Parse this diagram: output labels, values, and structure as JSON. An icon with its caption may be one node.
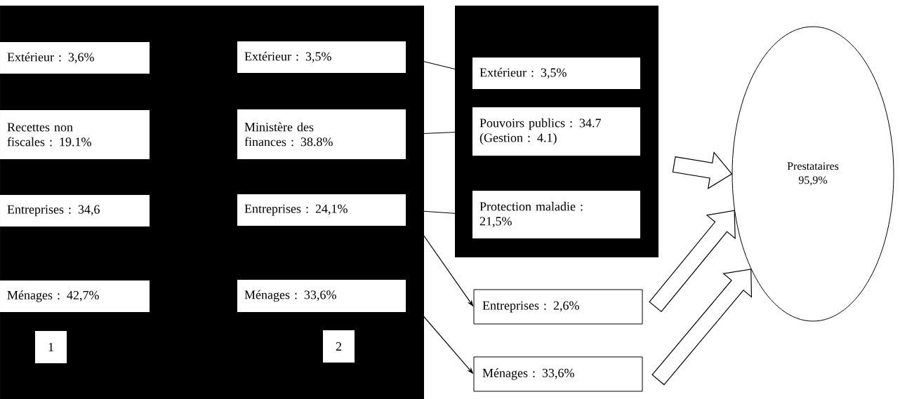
{
  "diagram": {
    "nodes": [
      {
        "text": [],
        "shape": "box"
      },
      {
        "text": [
          "Extérieur : 3,6%"
        ],
        "in": 0
      },
      {
        "text": [
          "Recettes non fiscales : 19.1%"
        ],
        "in": 0
      },
      {
        "text": [
          "Entreprises : 34,6"
        ],
        "in": 0
      },
      {
        "text": [
          "Ménages : 42,7%"
        ],
        "in": 0
      },
      {
        "text": [
          "1"
        ],
        "in": 0
      },
      {
        "text": [
          "Extérieur : 3,5%"
        ],
        "in": 0
      },
      {
        "text": [
          "Ministère des finances : 38.8%"
        ],
        "in": 0
      },
      {
        "text": [
          "Entreprises : 24,1%"
        ],
        "in": 0
      },
      {
        "text": [
          "Ménages : 33,6%"
        ],
        "in": 0
      },
      {
        "text": [
          "2"
        ],
        "in": 0
      },
      {
        "text": [],
        "shape": "box"
      },
      {
        "text": [
          "Extérieur : 3,5%"
        ],
        "in": 11
      },
      {
        "text": [
          "Pouvoirs publics : 34.7 (Gestion : 4.1)"
        ],
        "in": 11
      },
      {
        "text": [
          "Protection maladie : 21,5%"
        ],
        "in": 11
      },
      {
        "text": [
          "Entreprises : 2,6%"
        ]
      },
      {
        "text": [
          "Ménages : 33,6%"
        ]
      },
      {
        "text": [
          "Prestataires 95,9%"
        ]
      }
    ],
    "edges": [
      {
        "from": 6,
        "to": 12,
        "arrow": "none"
      },
      {
        "from": 7,
        "to": 13,
        "arrow": "none"
      },
      {
        "from": 8,
        "to": 14,
        "arrow": "none"
      },
      {
        "from": 8,
        "to": 15,
        "arrow": "to"
      },
      {
        "from": 9,
        "to": 16,
        "arrow": "to"
      },
      {
        "from": 11,
        "to": 17,
        "arrow": "to",
        "style": "thick"
      },
      {
        "from": 15,
        "to": 17,
        "arrow": "to",
        "style": "thick"
      },
      {
        "from": 16,
        "to": 17,
        "arrow": "to",
        "style": "thick"
      }
    ]
  }
}
